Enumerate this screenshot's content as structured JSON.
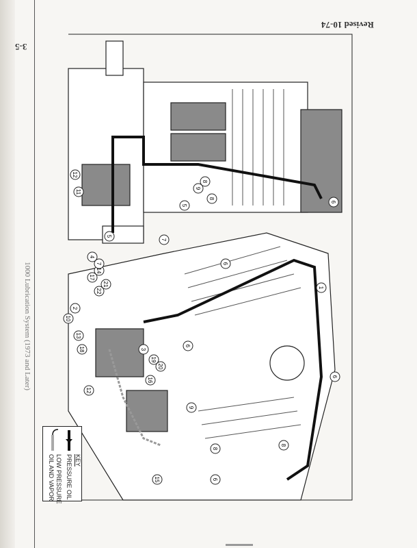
{
  "header": {
    "revised": "Revised 10-74",
    "page_number": "3-5"
  },
  "caption": "1000 Lubrication System (1973 and Later)",
  "key": {
    "title": "KEY",
    "pressure_oil": "PRESSURE OIL",
    "low_pressure_line1": "LOW PRESSURE",
    "low_pressure_line2": "OIL AND VAPOR"
  },
  "callouts_upper": [
    "6",
    "8",
    "9",
    "5",
    "12",
    "11",
    "5",
    "8",
    "7"
  ],
  "callouts_lower": [
    "6",
    "6",
    "1",
    "22",
    "21",
    "17",
    "14",
    "7",
    "4",
    "2",
    "10",
    "13",
    "18",
    "3",
    "19",
    "16",
    "6",
    "20",
    "9",
    "6",
    "12",
    "15",
    "8",
    "8"
  ],
  "colors": {
    "pressure_oil": "#222222",
    "low_pressure": "#999999",
    "shading": "#8a8a8a"
  }
}
